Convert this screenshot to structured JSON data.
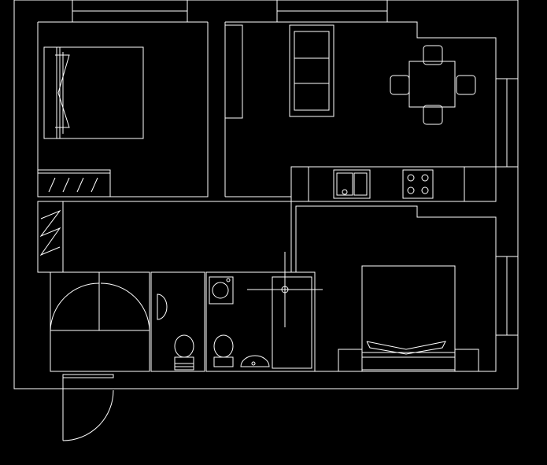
{
  "drawing": {
    "background": "#000000",
    "line_color": "#ffffff",
    "rooms": [
      "bedroom",
      "living-room",
      "dining-area",
      "kitchen",
      "hallway",
      "bathroom",
      "toilet",
      "second-bedroom",
      "entrance"
    ],
    "fixtures": [
      "double-bed",
      "wardrobe",
      "sofa",
      "dining-table",
      "chairs",
      "kitchen-sink",
      "cooktop",
      "toilet",
      "wash-basin",
      "washing-machine",
      "shower",
      "double-bed-2"
    ]
  }
}
